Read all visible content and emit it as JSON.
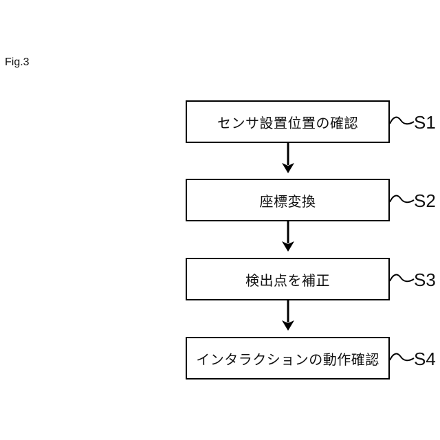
{
  "figure": {
    "label": "Fig.3",
    "type": "flowchart",
    "colors": {
      "line": "#000000",
      "background": "#ffffff",
      "text": "#111111"
    },
    "steps": [
      {
        "text": "センサ設置位置の確認",
        "id": "S1"
      },
      {
        "text": "座標変換",
        "id": "S2"
      },
      {
        "text": "検出点を補正",
        "id": "S3"
      },
      {
        "text": "インタラクションの動作確認",
        "id": "S4"
      }
    ]
  }
}
